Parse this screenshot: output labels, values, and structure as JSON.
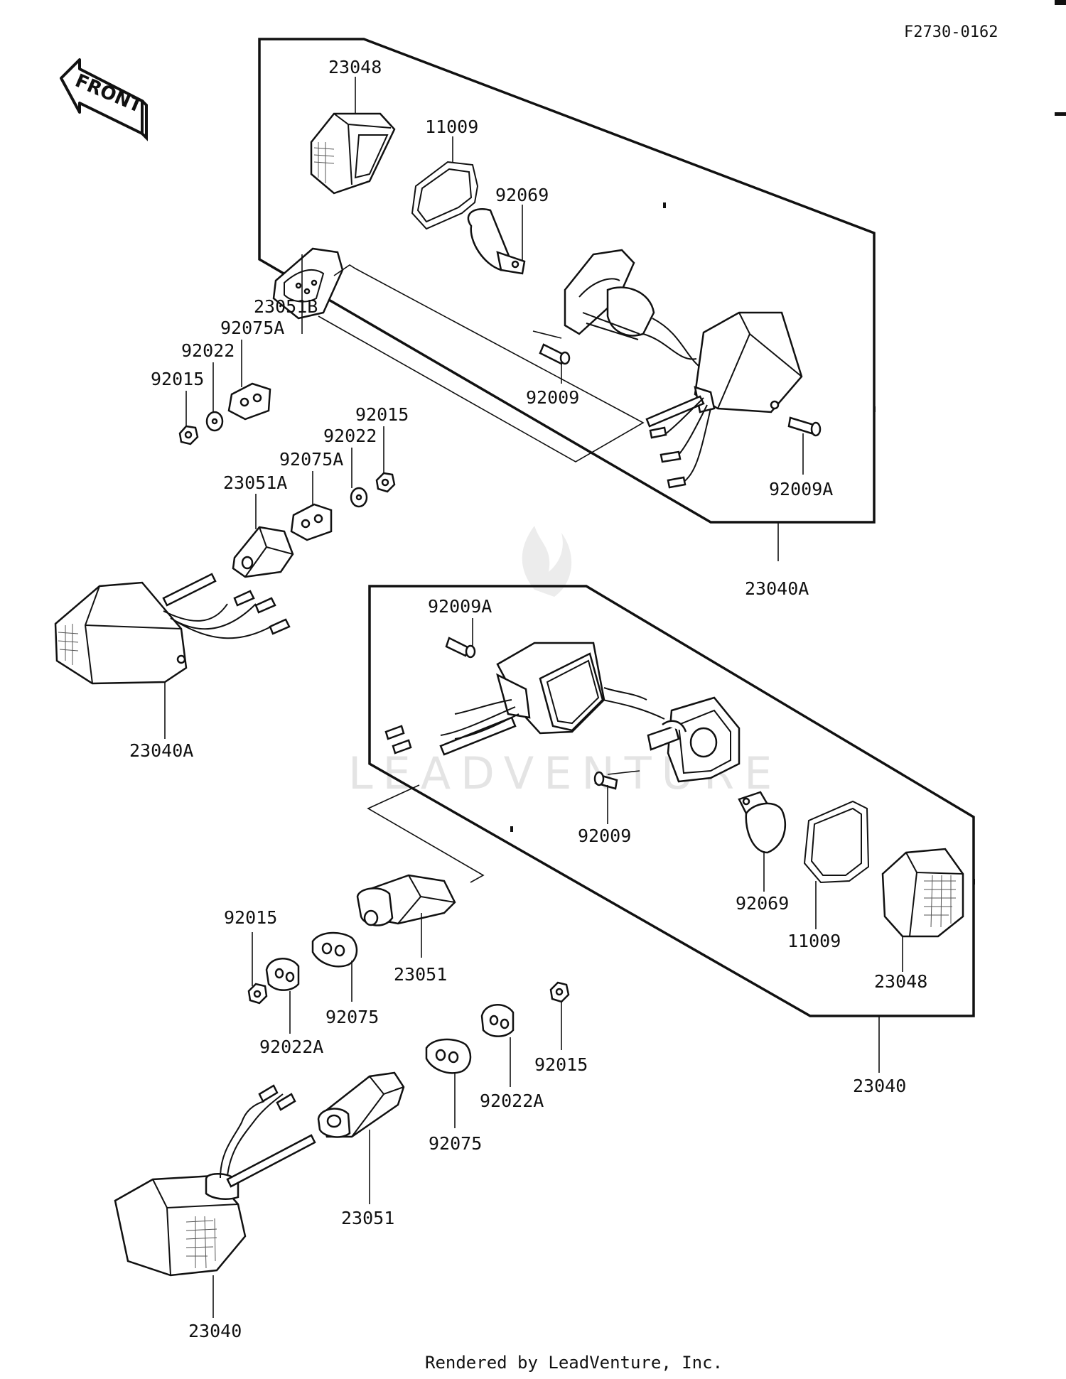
{
  "diagram": {
    "code": "F2730-0162",
    "front_label": "FRONT",
    "watermark": "LEADVENTURE",
    "footer": "Rendered by LeadVenture, Inc."
  },
  "callouts": {
    "upper": {
      "lens": "23048",
      "gasket": "11009",
      "bulb": "92069",
      "screw": "92009",
      "screw_a": "92009A",
      "assembly": "23040A"
    },
    "left_a": {
      "bracket_b": "23051B",
      "plate_a_top": "92075A",
      "washer_top": "92022",
      "nut_top": "92015",
      "nut_mid": "92015",
      "washer_mid": "92022",
      "plate_a_mid": "92075A",
      "bracket_a": "23051A",
      "signal": "23040A"
    },
    "lower": {
      "screw_a": "92009A",
      "screw": "92009",
      "bulb": "92069",
      "gasket": "11009",
      "lens": "23048",
      "assembly": "23040"
    },
    "left_b": {
      "nut_top": "92015",
      "bracket_top": "23051",
      "grommet_top": "92075",
      "plate_top": "92022A",
      "nut_low": "92015",
      "plate_low": "92022A",
      "grommet_low": "92075",
      "bracket_low": "23051",
      "signal": "23040"
    }
  }
}
